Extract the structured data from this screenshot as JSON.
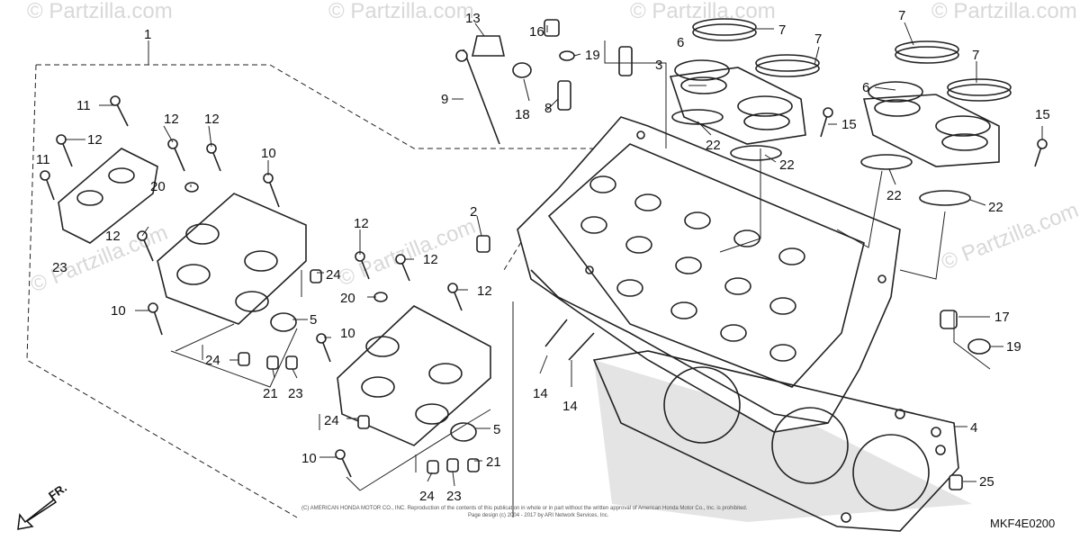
{
  "diagram": {
    "watermark_text": "© Partzilla.com",
    "diagram_code": "MKF4E0200",
    "front_label": "FR.",
    "copyright_line1": "(C) AMERICAN HONDA MOTOR CO., INC. Reproduction of the contents of this publication in whole or in part without the written approval of American Honda Motor Co., Inc. is prohibited.",
    "copyright_line2": "Page design (c) 2004 - 2017 by ARI Network Services, Inc.",
    "callouts": [
      {
        "id": "c1",
        "label": "1"
      },
      {
        "id": "c2",
        "label": "2"
      },
      {
        "id": "c3",
        "label": "3"
      },
      {
        "id": "c4",
        "label": "4"
      },
      {
        "id": "c5a",
        "label": "5"
      },
      {
        "id": "c5b",
        "label": "5"
      },
      {
        "id": "c6a",
        "label": "6"
      },
      {
        "id": "c6b",
        "label": "6"
      },
      {
        "id": "c7a",
        "label": "7"
      },
      {
        "id": "c7b",
        "label": "7"
      },
      {
        "id": "c7c",
        "label": "7"
      },
      {
        "id": "c7d",
        "label": "7"
      },
      {
        "id": "c8",
        "label": "8"
      },
      {
        "id": "c9",
        "label": "9"
      },
      {
        "id": "c10a",
        "label": "10"
      },
      {
        "id": "c10b",
        "label": "10"
      },
      {
        "id": "c10c",
        "label": "10"
      },
      {
        "id": "c10d",
        "label": "10"
      },
      {
        "id": "c11a",
        "label": "11"
      },
      {
        "id": "c11b",
        "label": "11"
      },
      {
        "id": "c12a",
        "label": "12"
      },
      {
        "id": "c12b",
        "label": "12"
      },
      {
        "id": "c12c",
        "label": "12"
      },
      {
        "id": "c12d",
        "label": "12"
      },
      {
        "id": "c12e",
        "label": "12"
      },
      {
        "id": "c12f",
        "label": "12"
      },
      {
        "id": "c12g",
        "label": "12"
      },
      {
        "id": "c13",
        "label": "13"
      },
      {
        "id": "c14a",
        "label": "14"
      },
      {
        "id": "c14b",
        "label": "14"
      },
      {
        "id": "c15a",
        "label": "15"
      },
      {
        "id": "c15b",
        "label": "15"
      },
      {
        "id": "c16",
        "label": "16"
      },
      {
        "id": "c17",
        "label": "17"
      },
      {
        "id": "c18",
        "label": "18"
      },
      {
        "id": "c19a",
        "label": "19"
      },
      {
        "id": "c19b",
        "label": "19"
      },
      {
        "id": "c20a",
        "label": "20"
      },
      {
        "id": "c20b",
        "label": "20"
      },
      {
        "id": "c21a",
        "label": "21"
      },
      {
        "id": "c21b",
        "label": "21"
      },
      {
        "id": "c22a",
        "label": "22"
      },
      {
        "id": "c22b",
        "label": "22"
      },
      {
        "id": "c22c",
        "label": "22"
      },
      {
        "id": "c22d",
        "label": "22"
      },
      {
        "id": "c23a",
        "label": "23"
      },
      {
        "id": "c23b",
        "label": "23"
      },
      {
        "id": "c23c",
        "label": "23"
      },
      {
        "id": "c24a",
        "label": "24"
      },
      {
        "id": "c24b",
        "label": "24"
      },
      {
        "id": "c24c",
        "label": "24"
      },
      {
        "id": "c24d",
        "label": "24"
      },
      {
        "id": "c25",
        "label": "25"
      }
    ]
  }
}
